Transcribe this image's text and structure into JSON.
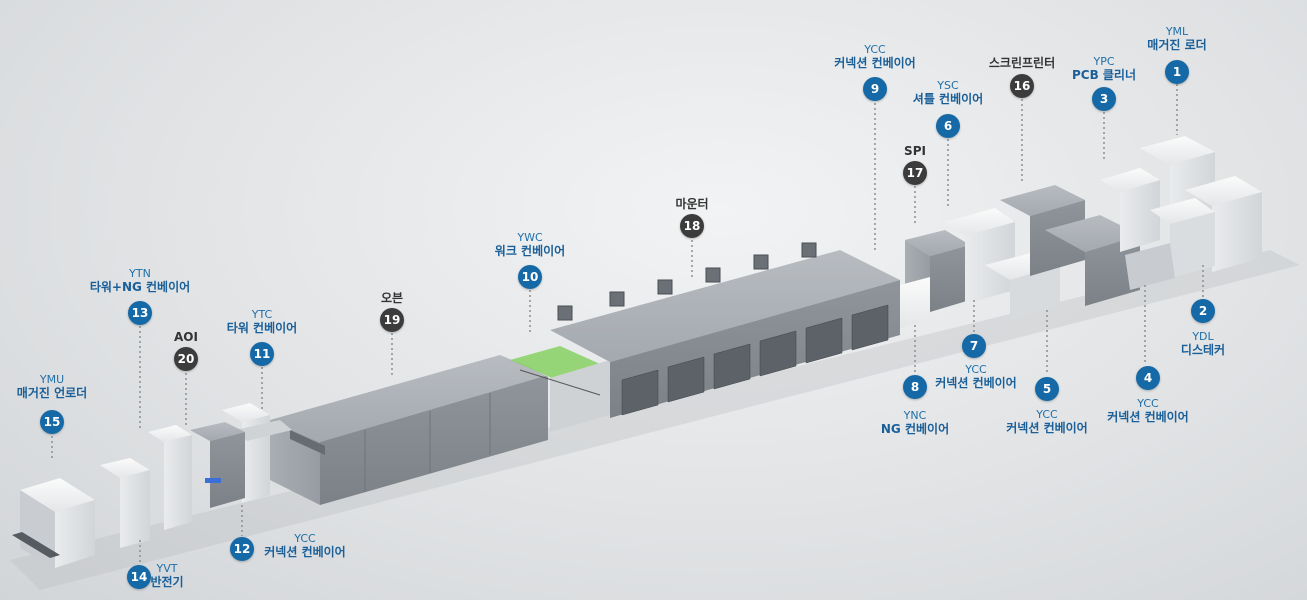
{
  "colors": {
    "blue_badge": "#1569a6",
    "dark_badge": "#3c3c3c",
    "label_blue": "#1a5f98"
  },
  "callouts": [
    {
      "num": "1",
      "code": "YML",
      "name": "매거진 로더"
    },
    {
      "num": "2",
      "code": "YDL",
      "name": "디스테커"
    },
    {
      "num": "3",
      "code": "YPC",
      "name": "PCB 클리너"
    },
    {
      "num": "4",
      "code": "YCC",
      "name": "커넥션 컨베이어"
    },
    {
      "num": "5",
      "code": "YCC",
      "name": "커넥션 컨베이어"
    },
    {
      "num": "6",
      "code": "YSC",
      "name": "셔틀 컨베이어"
    },
    {
      "num": "7",
      "code": "YCC",
      "name": "커넥션 컨베이어"
    },
    {
      "num": "8",
      "code": "YNC",
      "name": "NG 컨베이어"
    },
    {
      "num": "9",
      "code": "YCC",
      "name": "커넥션 컨베이어"
    },
    {
      "num": "10",
      "code": "YWC",
      "name": "워크 컨베이어"
    },
    {
      "num": "11",
      "code": "YTC",
      "name": "타워 컨베이어"
    },
    {
      "num": "12",
      "code": "YCC",
      "name": "커넥션 컨베이어"
    },
    {
      "num": "13",
      "code": "YTN",
      "name": "타워+NG 컨베이어"
    },
    {
      "num": "14",
      "code": "YVT",
      "name": "반전기"
    },
    {
      "num": "15",
      "code": "YMU",
      "name": "매거진 언로더"
    },
    {
      "num": "16",
      "code": "",
      "name": "스크린프린터"
    },
    {
      "num": "17",
      "code": "",
      "name": "SPI"
    },
    {
      "num": "18",
      "code": "",
      "name": "마운터"
    },
    {
      "num": "19",
      "code": "",
      "name": "오븐"
    },
    {
      "num": "20",
      "code": "",
      "name": "AOI"
    }
  ]
}
